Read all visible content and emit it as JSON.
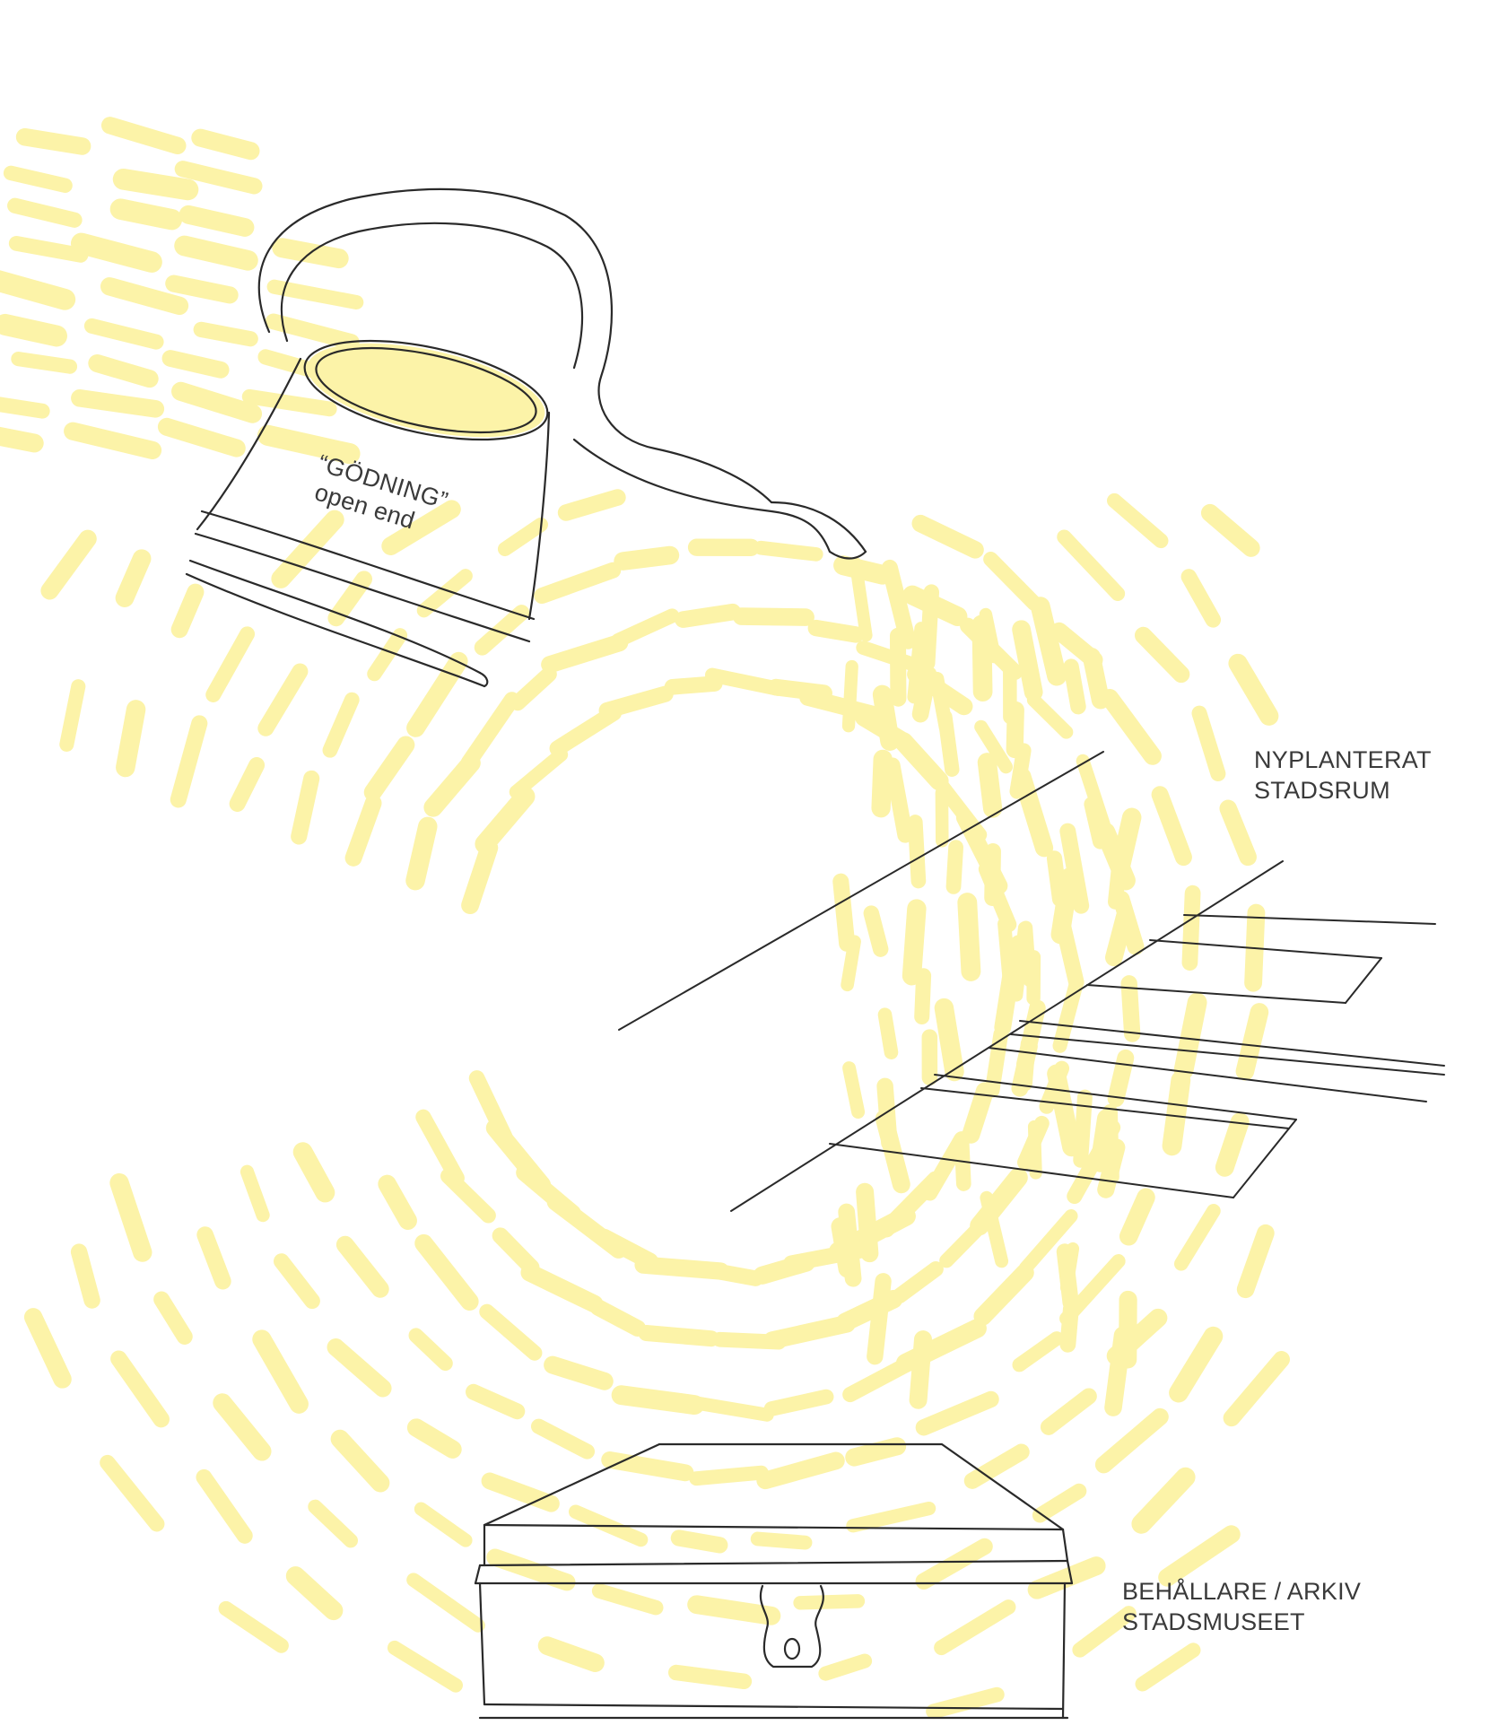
{
  "colors": {
    "accent_yellow": "#fcf3a8",
    "ink": "#2a2a2a",
    "text": "#3a3a3a",
    "background": "#ffffff"
  },
  "watering_can": {
    "label_line1": "“GÖDNING”",
    "label_line2": "open end"
  },
  "new_park": {
    "label_line1": "NYPLANTERAT",
    "label_line2": "STADSRUM"
  },
  "archive_box": {
    "label_line1": "BEHÅLLARE / ARKIV",
    "label_line2": "STADSMUSEET"
  }
}
